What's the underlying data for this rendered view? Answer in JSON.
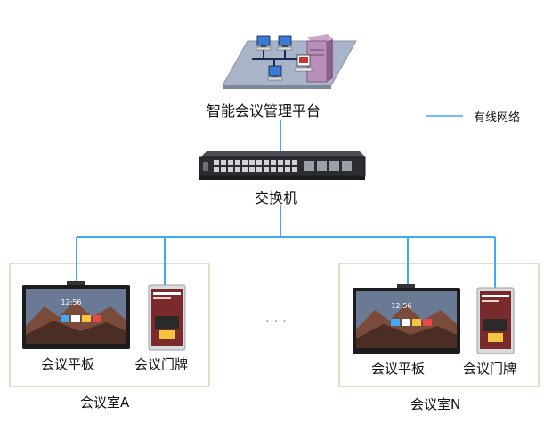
{
  "legend": {
    "label": "有线网络",
    "line_color": "#3fa9f5"
  },
  "platform": {
    "label": "智能会议管理平台"
  },
  "switch": {
    "label": "交换机"
  },
  "rooms": [
    {
      "name": "会议室A",
      "panel_label": "会议平板",
      "doorplate_label": "会议门牌",
      "screen_time": "12:56"
    },
    {
      "name": "会议室N",
      "panel_label": "会议平板",
      "doorplate_label": "会议门牌",
      "screen_time": "12:56"
    }
  ],
  "ellipsis": "· · ·",
  "colors": {
    "wire": "#3fa9f5",
    "room_border": "#c8dcb0",
    "platform_base": "#a9b4c8",
    "switch_body": "#2b2d31"
  }
}
